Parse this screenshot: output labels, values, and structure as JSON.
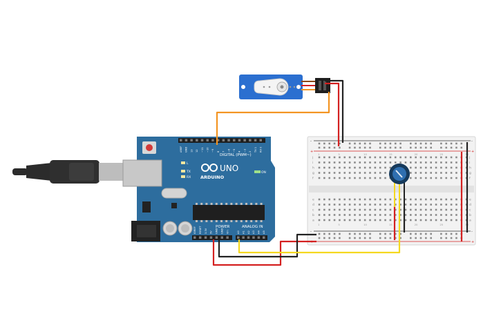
{
  "arduino": {
    "brand": "ARDUINO",
    "model": "UNO",
    "digital_label": "DIGITAL (PWM~)",
    "power_label": "POWER",
    "analog_label": "ANALOG IN",
    "on_label": "ON",
    "l_label": "L",
    "tx_label": "TX",
    "rx_label": "RX",
    "digital_pins": [
      "AREF",
      "GND",
      "13",
      "12",
      "~11",
      "~10",
      "~9",
      "8",
      "7",
      "~6",
      "~5",
      "4",
      "~3",
      "2",
      "TX 1",
      "RX 0"
    ],
    "power_pins": [
      "IOREF",
      "RESET",
      "3.3V",
      "5V",
      "GND",
      "GND",
      "Vin"
    ],
    "analog_pins": [
      "A0",
      "A1",
      "A2",
      "A3",
      "A4",
      "A5"
    ]
  },
  "breadboard": {
    "row_letters_top": [
      "j",
      "i",
      "h",
      "g",
      "f"
    ],
    "row_letters_bottom": [
      "e",
      "d",
      "c",
      "b",
      "a"
    ],
    "column_numbers": [
      "1",
      "5",
      "10",
      "15",
      "20",
      "25",
      "30"
    ]
  },
  "wire_colors": {
    "signal_orange": "#f39422",
    "power_red": "#d42020",
    "ground_black": "#222222",
    "analog_yellow": "#f5d81f"
  },
  "colors": {
    "board_blue": "#2d6d9e",
    "breadboard_bg": "#f2f2f2",
    "servo_blue": "#2b6fd0"
  }
}
